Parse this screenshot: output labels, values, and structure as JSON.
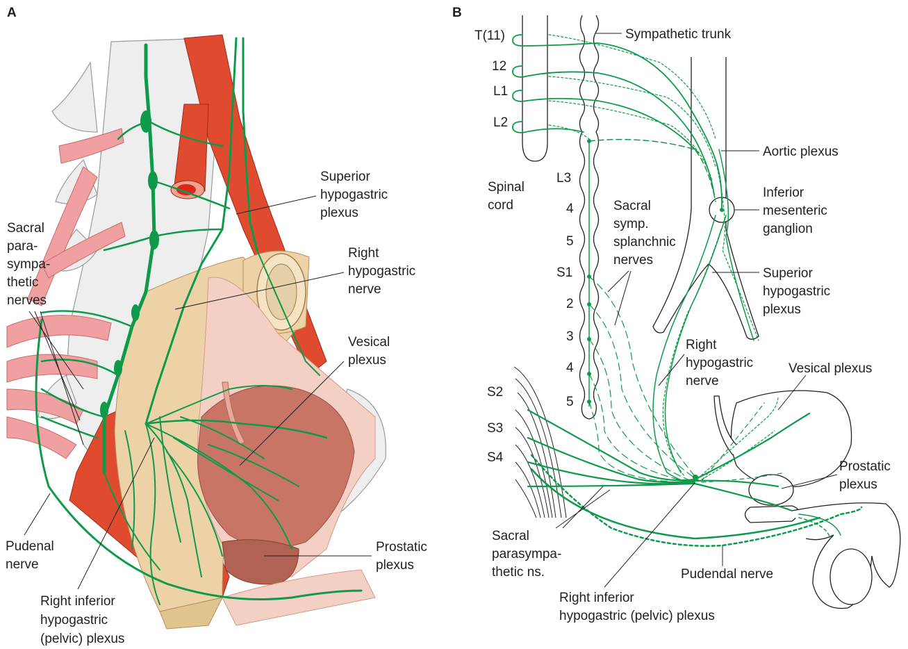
{
  "panel_a": {
    "letter": "A",
    "labels": {
      "superior_hypogastric": [
        "Superior",
        "hypogastric",
        "plexus"
      ],
      "right_hypogastric_nerve": [
        "Right",
        "hypogastric",
        "nerve"
      ],
      "sacral_parasympathetic": [
        "Sacral",
        "para-",
        "sympa-",
        "thetic",
        "nerves"
      ],
      "vesical_plexus": [
        "Vesical",
        "plexus"
      ],
      "prostatic_plexus": [
        "Prostatic",
        "plexus"
      ],
      "pudenal_nerve": [
        "Pudenal",
        "nerve"
      ],
      "right_inferior_hypogastric": [
        "Right inferior",
        "hypogastric",
        "(pelvic) plexus"
      ]
    }
  },
  "panel_b": {
    "letter": "B",
    "segments": {
      "t11": "T(11)",
      "t12": "12",
      "l1": "L1",
      "l2": "L2",
      "l3": "L3",
      "l4": "4",
      "l5": "5",
      "s1": "S1",
      "s2": "2",
      "s3": "3",
      "s4": "4",
      "s5": "5",
      "left_s2": "S2",
      "left_s3": "S3",
      "left_s4": "S4"
    },
    "labels": {
      "sympathetic_trunk": [
        "Sympathetic trunk"
      ],
      "spinal_cord": [
        "Spinal",
        "cord"
      ],
      "aortic_plexus": [
        "Aortic plexus"
      ],
      "inferior_mesenteric": [
        "Inferior",
        "mesenteric",
        "ganglion"
      ],
      "sacral_splanchnic": [
        "Sacral",
        "symp.",
        "splanchnic",
        "nerves"
      ],
      "superior_hypogastric": [
        "Superior",
        "hypogastric",
        "plexus"
      ],
      "right_hypogastric": [
        "Right",
        "hypogastric",
        "nerve"
      ],
      "vesical_plexus": [
        "Vesical plexus"
      ],
      "prostatic_plexus": [
        "Prostatic",
        "plexus"
      ],
      "sacral_parasympathetic": [
        "Sacral",
        "parasympa-",
        "thetic ns."
      ],
      "pudendal_nerve": [
        "Pudendal nerve"
      ],
      "right_inferior_hypogastric": [
        "Right inferior",
        "hypogastric (pelvic) plexus"
      ]
    }
  },
  "colors": {
    "nerve": "#0e9a48",
    "artery": "#e04a2f",
    "muscle": "#f0a0a0",
    "bladder": "#cf7a6a",
    "rectum": "#ecd2a6",
    "bone": "#eeeeee",
    "ink": "#231f20"
  }
}
